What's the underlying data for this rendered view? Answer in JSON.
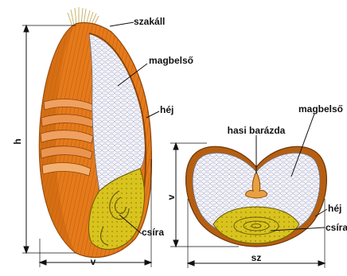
{
  "longitudinal": {
    "labels": {
      "szakall": "szakáll",
      "magbelso": "magbelső",
      "hej": "héj",
      "csira": "csíra"
    },
    "dims": {
      "height": "h",
      "width": "v"
    }
  },
  "cross_section": {
    "labels": {
      "hasi_barazda": "hasi barázda",
      "magbelso": "magbelső",
      "hej": "héj",
      "csira": "csíra"
    },
    "dims": {
      "height": "v",
      "width": "sz"
    }
  },
  "colors": {
    "husk_orange": "#e07818",
    "husk_dark": "#b05a10",
    "endosperm": "#f2f2f8",
    "germ_yellow": "#d7c21a",
    "germ_dark": "#8a7a10",
    "beard": "#e8d79a"
  }
}
